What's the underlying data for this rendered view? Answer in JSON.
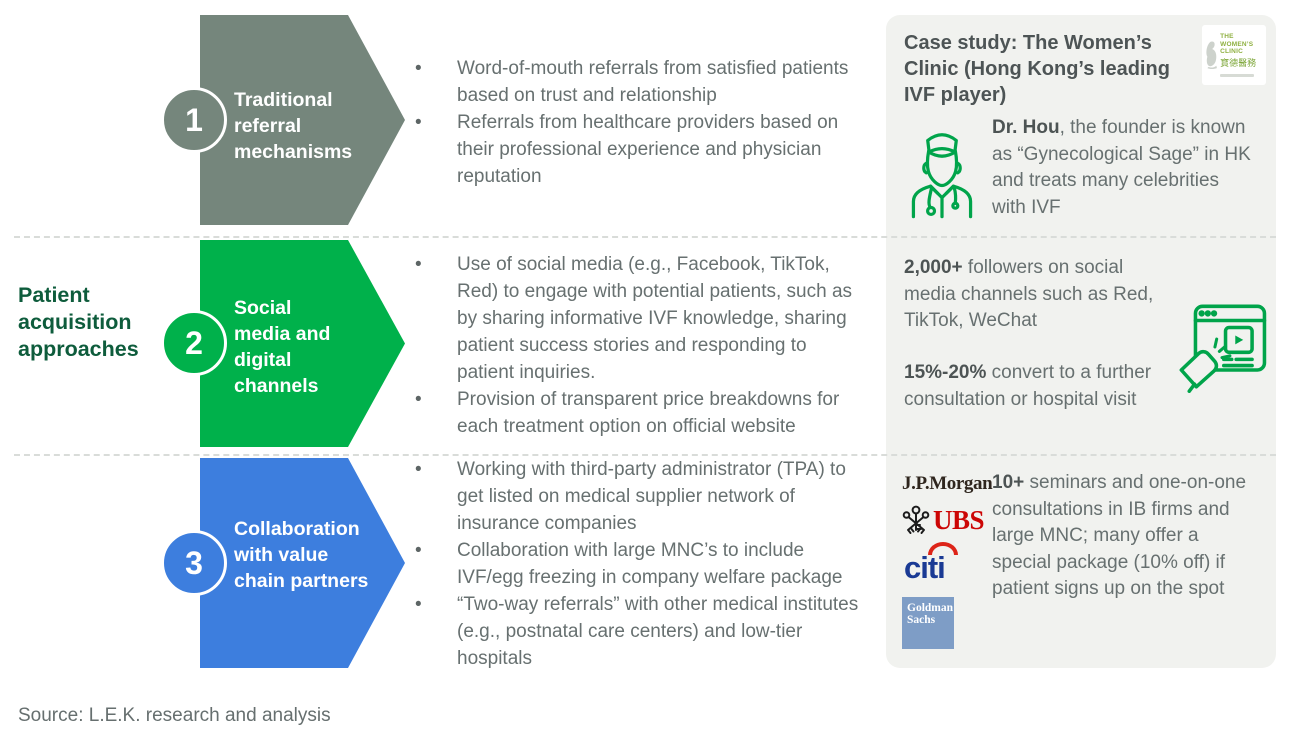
{
  "slide": {
    "left_label": "Patient acquisition approaches",
    "source": "Source: L.E.K. research and analysis"
  },
  "rows": [
    {
      "number": "1",
      "title": "Traditional referral mechanisms",
      "color": "#75867C",
      "bullets": [
        "Word-of-mouth referrals from satisfied patients based on trust and relationship",
        "Referrals from healthcare providers based on their professional experience and physician reputation"
      ]
    },
    {
      "number": "2",
      "title": "Social media and digital channels",
      "color": "#00B14B",
      "bullets": [
        "Use of social media (e.g., Facebook, TikTok, Red) to engage with potential patients, such as by sharing informative IVF knowledge, sharing patient success stories and responding to patient inquiries.",
        "Provision of transparent price breakdowns for each treatment option on official website"
      ]
    },
    {
      "number": "3",
      "title": "Collaboration with value chain partners",
      "color": "#3D7EDE",
      "bullets": [
        "Working with third-party administrator (TPA) to get listed on medical supplier network of insurance companies",
        "Collaboration with large MNC’s to include IVF/egg freezing in company welfare package",
        "“Two-way referrals” with other medical institutes (e.g., postnatal care centers) and low-tier hospitals"
      ]
    }
  ],
  "case_panel": {
    "title": "Case study: The Women’s Clinic (Hong Kong’s leading IVF player)",
    "logo": {
      "line1": "THE WOMEN’S CLINIC",
      "line2": "寶德醫務"
    },
    "founder": {
      "bold": "Dr. Hou",
      "rest": ", the founder is known as “Gynecological Sage” in HK and treats many celebrities with IVF"
    },
    "social": {
      "stat1_bold": "2,000+",
      "stat1_rest": " followers on social media channels such as Red, TikTok, WeChat",
      "stat2_bold": "15%-20%",
      "stat2_rest": " convert to a further consultation or hospital visit"
    },
    "partners": {
      "logos": {
        "jpmorgan": "J.P.Morgan",
        "ubs": "UBS",
        "citi": "citi",
        "goldman_line1": "Goldman",
        "goldman_line2": "Sachs"
      },
      "stat_bold": "10+",
      "stat_rest": " seminars and one-on-one consultations in IB firms and large MNC; many offer a special package (10% off) if patient signs up on the spot"
    }
  },
  "colors": {
    "accent_green": "#00A44A",
    "label_green": "#0E5C3C",
    "panel_bg": "#f1f2ef",
    "body_text": "#677070"
  }
}
